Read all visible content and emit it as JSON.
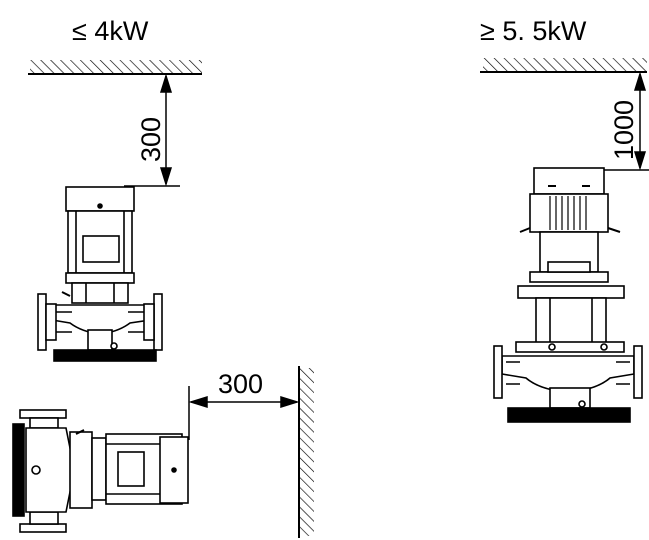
{
  "diagram": {
    "small_pump": {
      "power_label": "≤ 4kW",
      "clearance_vertical": "300",
      "clearance_horizontal": "300"
    },
    "large_pump": {
      "power_label": "≥ 5. 5kW",
      "clearance_vertical": "1000"
    }
  }
}
